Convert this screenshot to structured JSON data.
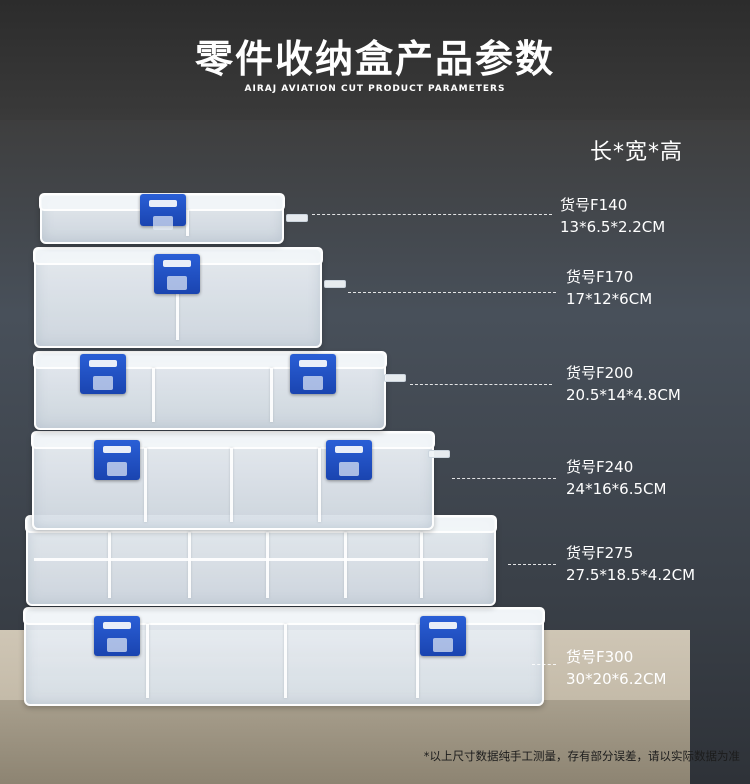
{
  "header": {
    "title": "零件收纳盒产品参数",
    "subtitle": "AIRAJ AVIATION CUT PRODUCT PARAMETERS"
  },
  "dims_header": "长*宽*高",
  "products": [
    {
      "model": "货号F140",
      "size": "13*6.5*2.2CM"
    },
    {
      "model": "货号F170",
      "size": "17*12*6CM"
    },
    {
      "model": "货号F200",
      "size": "20.5*14*4.8CM"
    },
    {
      "model": "货号F240",
      "size": "24*16*6.5CM"
    },
    {
      "model": "货号F275",
      "size": "27.5*18.5*4.2CM"
    },
    {
      "model": "货号F300",
      "size": "30*20*6.2CM"
    }
  ],
  "footnote": "*以上尺寸数据纯手工测量，存有部分误差，请以实际数据为准",
  "colors": {
    "latch": "#1f4fc4",
    "text": "#ffffff",
    "header_bg": "#2c2c2c"
  }
}
